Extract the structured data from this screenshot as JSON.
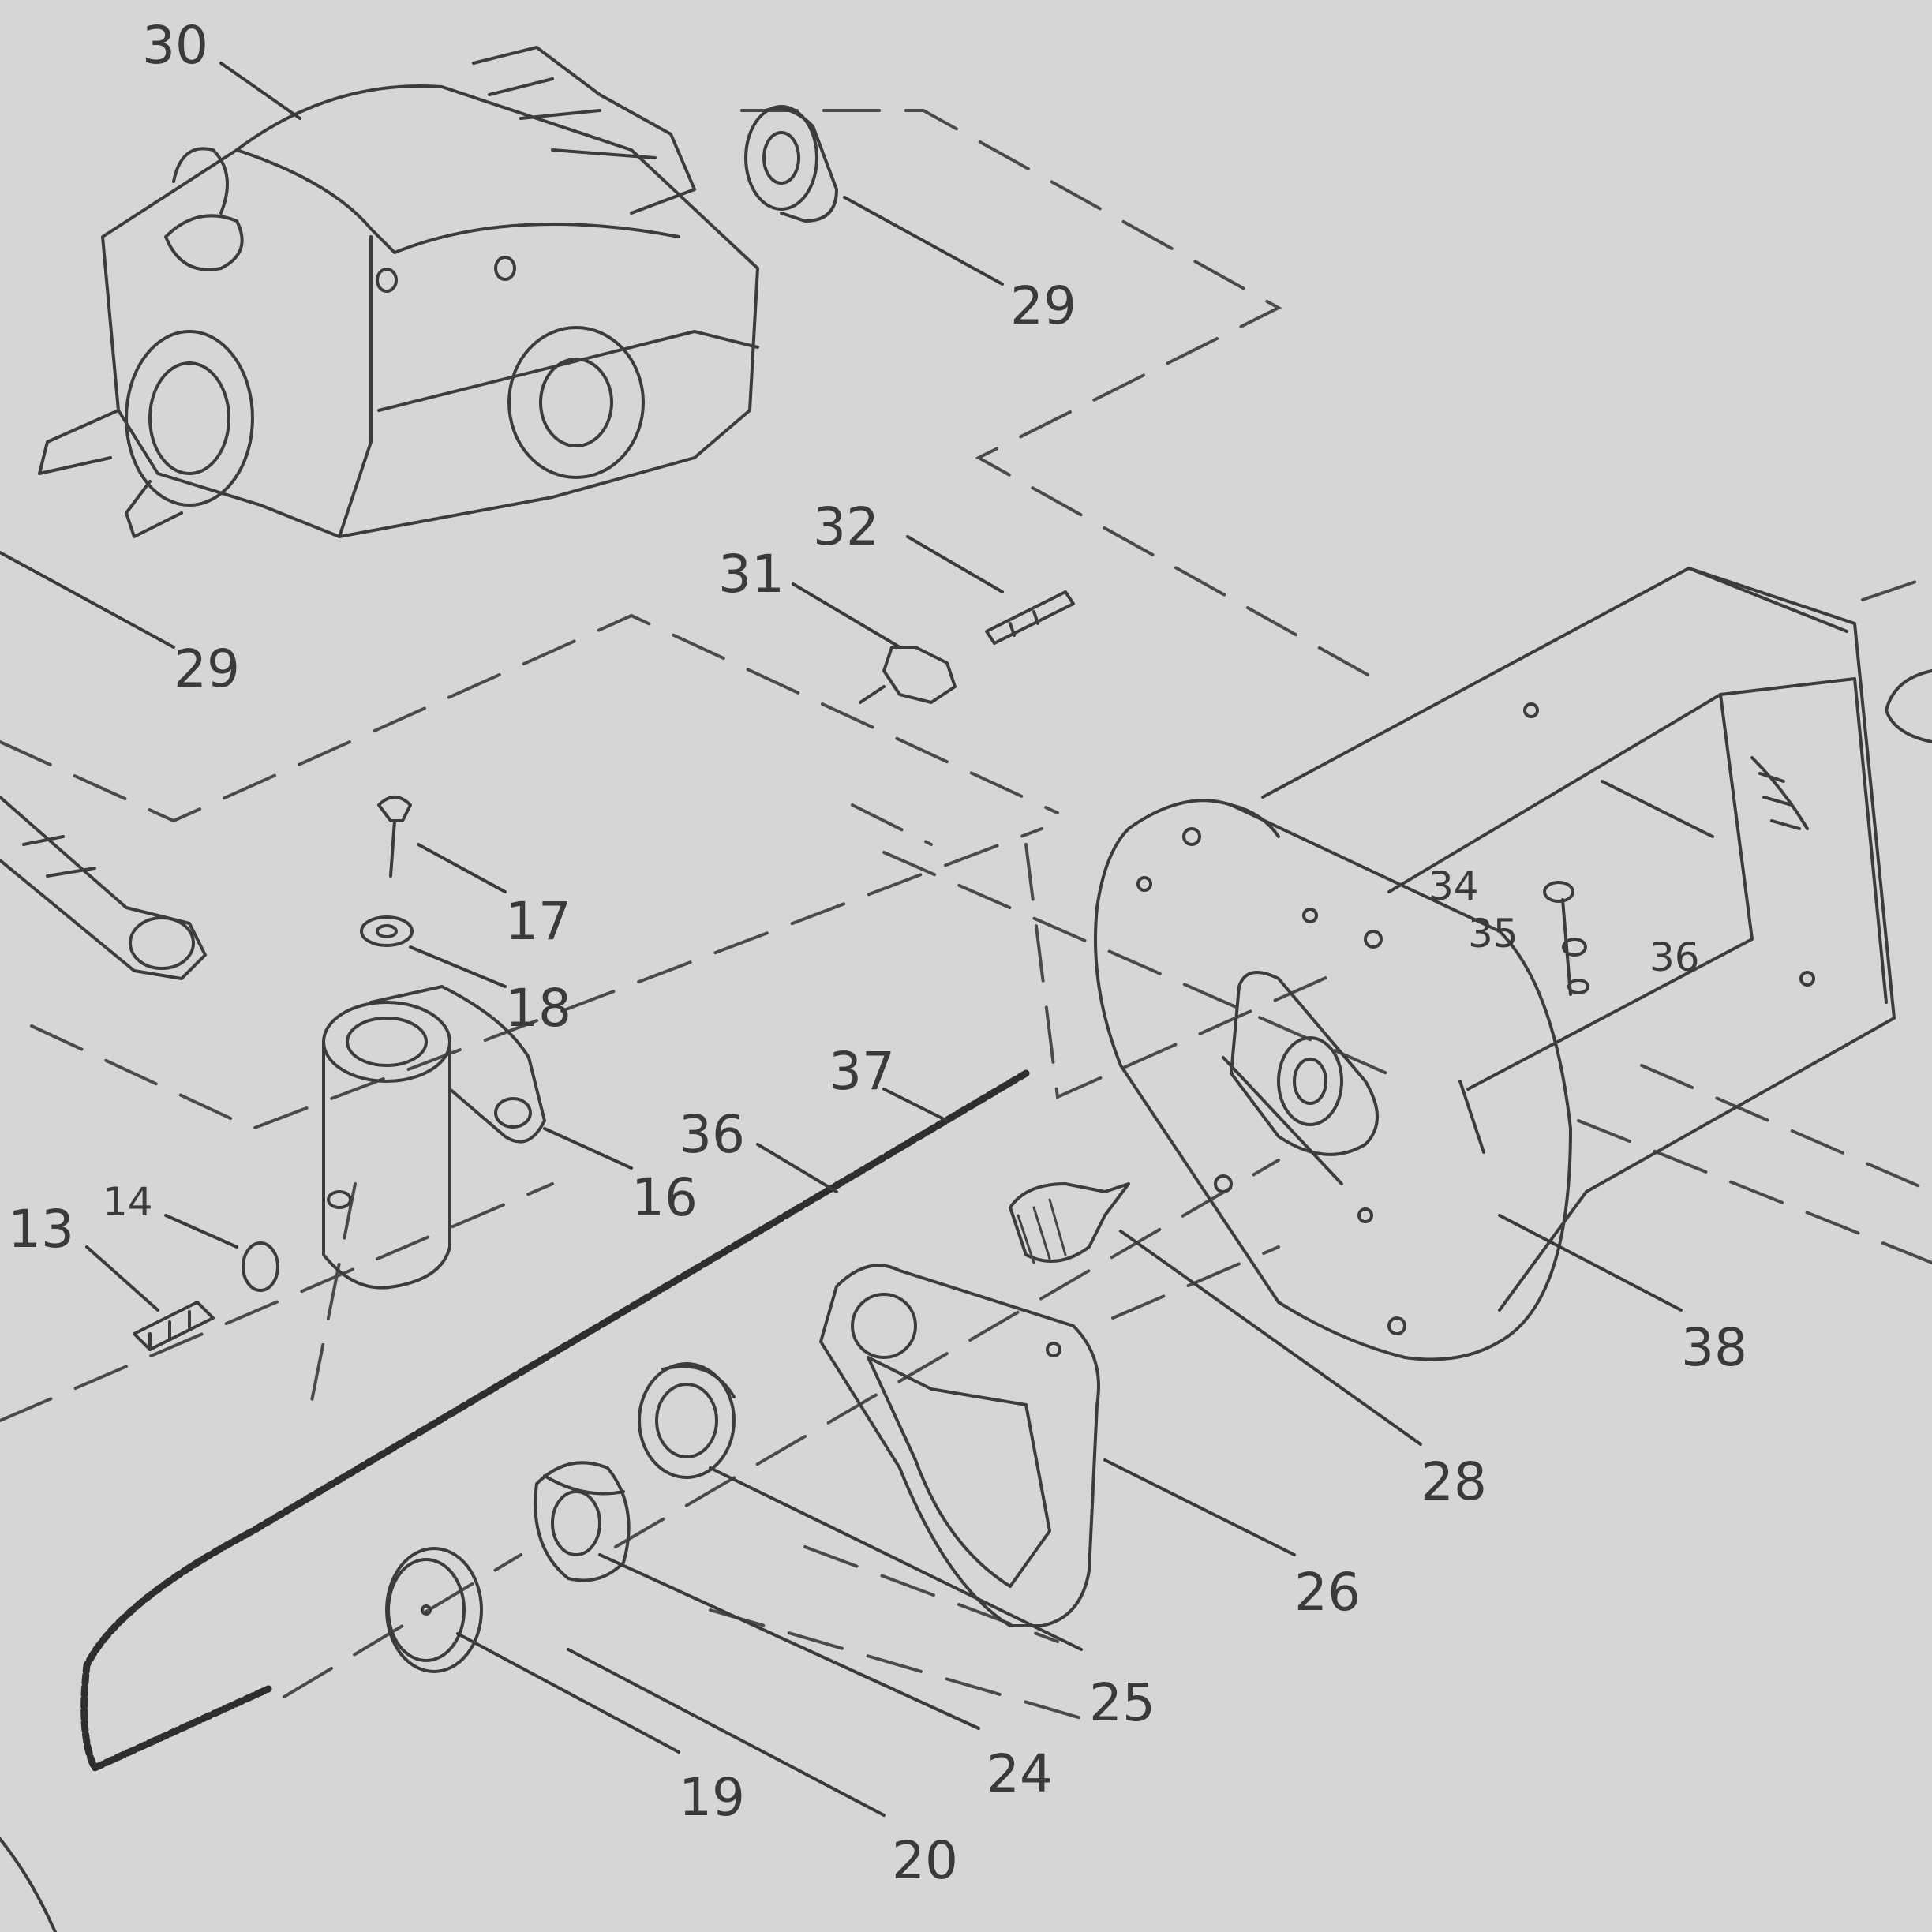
{
  "diagram": {
    "callouts": {
      "c30": "30",
      "c29a": "29",
      "c29b": "29",
      "c32": "32",
      "c31": "31",
      "c17": "17",
      "c18": "18",
      "c16": "16",
      "c14": "14",
      "c13": "13",
      "c37": "37",
      "c36a": "36",
      "c34": "34",
      "c35": "35",
      "c36b": "36",
      "c38": "38",
      "c28": "28",
      "c26": "26",
      "c25": "25",
      "c24": "24",
      "c20": "20",
      "c19": "19"
    }
  }
}
